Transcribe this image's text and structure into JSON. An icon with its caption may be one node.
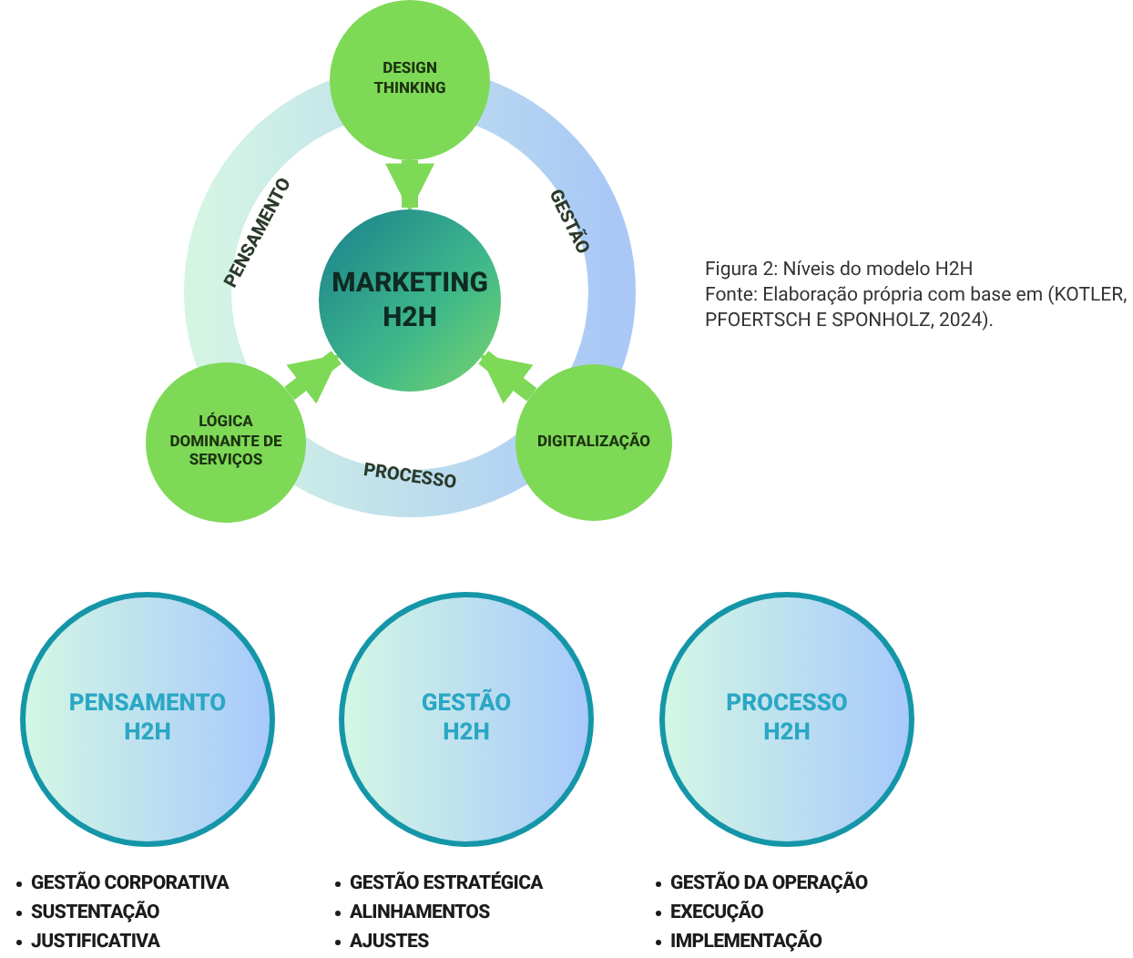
{
  "diagram": {
    "caption": "Figura 2: Níveis do modelo H2H",
    "nodes": [
      {
        "text": [
          "MARKETING H2H"
        ]
      },
      {
        "text": [
          "DESIGN THINKING"
        ]
      },
      {
        "text": [
          "LÓGICA DOMINANTE DE SERVIÇOS"
        ]
      },
      {
        "text": [
          "DIGITALIZAÇÃO"
        ]
      },
      {
        "text": [
          "PENSAMENTO H2H"
        ],
        "beside": [
          "GESTÃO CORPORATIVA",
          "SUSTENTAÇÃO",
          "JUSTIFICATIVA"
        ]
      },
      {
        "text": [
          "GESTÃO H2H"
        ],
        "beside": [
          "GESTÃO ESTRATÉGICA",
          "ALINHAMENTOS",
          "AJUSTES"
        ]
      },
      {
        "text": [
          "PROCESSO H2H"
        ],
        "beside": [
          "GESTÃO DA OPERAÇÃO",
          "EXECUÇÃO",
          "IMPLEMENTAÇÃO"
        ]
      }
    ],
    "edges": [
      {
        "from": 1,
        "to": 0,
        "arrow": "to"
      },
      {
        "from": 2,
        "to": 0,
        "arrow": "to"
      },
      {
        "from": 3,
        "to": 0,
        "arrow": "to"
      }
    ],
    "labels": [
      "PENSAMENTO",
      "GESTÃO",
      "PROCESSO",
      "Fonte: Elaboração própria com base em (KOTLER, PFOERTSCH E SPONHOLZ,  2024)."
    ]
  }
}
